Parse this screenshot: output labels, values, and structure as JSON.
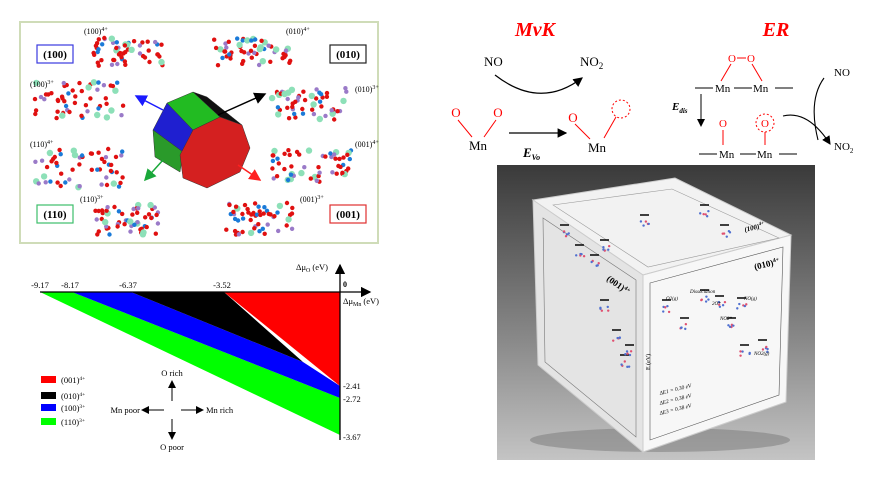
{
  "facets_panel": {
    "facet_boxes": [
      {
        "label": "(100)",
        "color": "#3a3ae0"
      },
      {
        "label": "(010)",
        "color": "#222222"
      },
      {
        "label": "(110)",
        "color": "#3cbf6a"
      },
      {
        "label": "(001)",
        "color": "#e03030"
      }
    ],
    "slab_labels": [
      {
        "base": "(100)",
        "sup": "4+"
      },
      {
        "base": "(010)",
        "sup": "4+"
      },
      {
        "base": "(100)",
        "sup": "3+"
      },
      {
        "base": "(010)",
        "sup": "3+"
      },
      {
        "base": "(110)",
        "sup": "4+"
      },
      {
        "base": "(001)",
        "sup": "4+"
      },
      {
        "base": "(110)",
        "sup": "3+"
      },
      {
        "base": "(001)",
        "sup": "3+"
      }
    ]
  },
  "phase_diagram": {
    "y_axis_label": "Δμ",
    "y_axis_sub": "O",
    "x_axis_label": "Δμ",
    "x_axis_sub": "Mn",
    "unit": "(eV)",
    "origin_label": "0",
    "x_ticks": [
      "-9.17",
      "-8.17",
      "-6.37",
      "-3.52"
    ],
    "y_ticks": [
      "-2.41",
      "-2.72",
      "-3.67"
    ],
    "legend": [
      {
        "base": "(001)",
        "sup": "4+",
        "color": "#ff0000"
      },
      {
        "base": "(010)",
        "sup": "4+",
        "color": "#000000"
      },
      {
        "base": "(100)",
        "sup": "3+",
        "color": "#0000ff"
      },
      {
        "base": "(110)",
        "sup": "3+",
        "color": "#00ff00"
      }
    ],
    "compass": {
      "up": "O rich",
      "down": "O poor",
      "left": "Mn poor",
      "right": "Mn rich"
    }
  },
  "mechanisms": {
    "mvk": {
      "title": "MvK",
      "reactant": "NO",
      "product": "NO",
      "product_sub": "2",
      "atom_o": "O",
      "atom_mn": "Mn",
      "energy": "E",
      "energy_sub": "Vo"
    },
    "er": {
      "title": "ER",
      "atom_o": "O",
      "atom_mn": "Mn",
      "energy": "E",
      "energy_sub": "dis",
      "reactant": "NO",
      "product": "NO",
      "product_sub": "2"
    }
  },
  "cube": {
    "face_top_label": "(100)",
    "face_top_sup": "4+",
    "face_left_label": "(001)",
    "face_left_sup": "4+",
    "face_right_label": "(010)",
    "face_right_sup": "4+",
    "axis_label": "E (eV)",
    "right_step_labels": [
      "O2(g)",
      "Dissociation",
      "2O*",
      "NO2*",
      "NO(g)",
      "NO2(g)"
    ],
    "right_energies": [
      "ΔE1 = 0.30 eV",
      "ΔE2 = 0.38 eV",
      "ΔE3 = 0.38 eV"
    ]
  }
}
